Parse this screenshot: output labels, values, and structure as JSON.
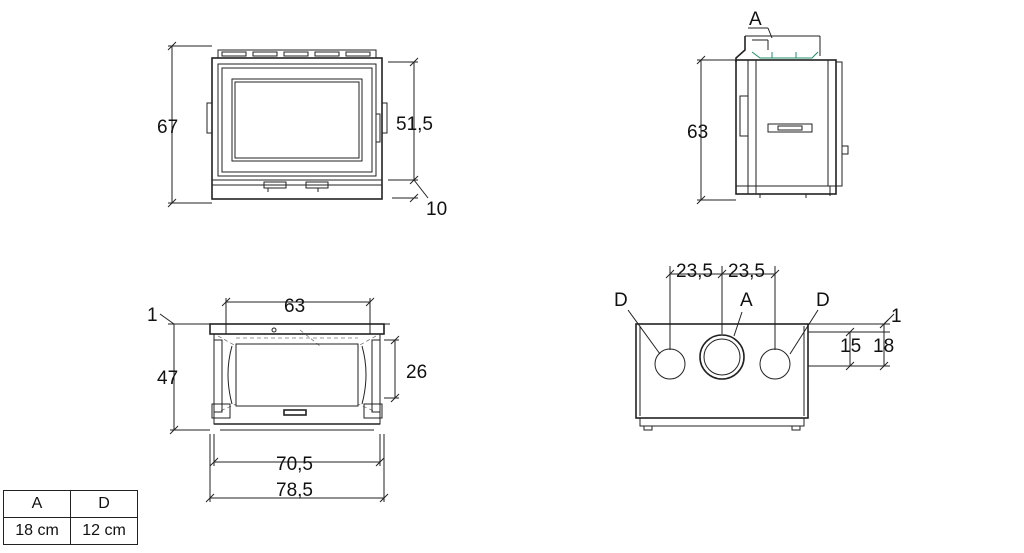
{
  "front_view": {
    "height_total": "67",
    "height_inner": "51,5",
    "bottom_offset": "10"
  },
  "side_view": {
    "label_a": "A",
    "height": "63"
  },
  "top_view": {
    "offset": "1",
    "depth": "47",
    "inner_width": "63",
    "inner_depth": "26",
    "width_inner": "70,5",
    "width_outer": "78,5"
  },
  "rear_view": {
    "spacing_left": "23,5",
    "spacing_right": "23,5",
    "label_d_left": "D",
    "label_a": "A",
    "label_d_right": "D",
    "offset": "1",
    "height_15": "15",
    "height_18": "18"
  },
  "legend": {
    "headers": [
      "A",
      "D"
    ],
    "values": [
      "18 cm",
      "12 cm"
    ]
  }
}
